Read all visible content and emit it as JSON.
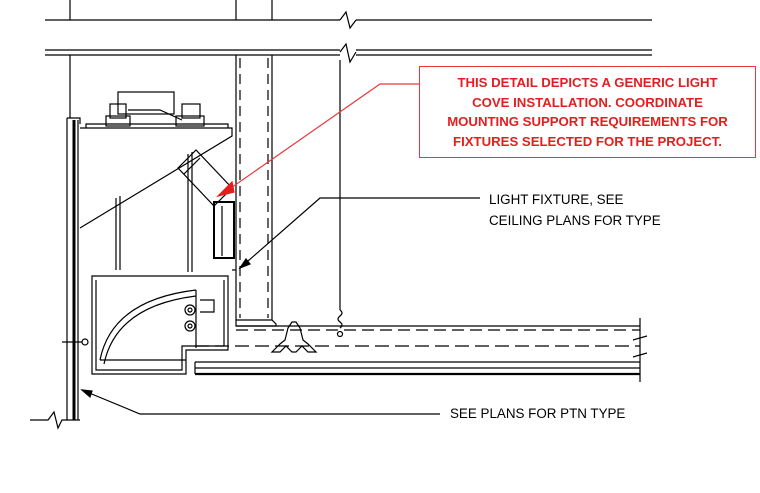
{
  "notes": {
    "general_note": {
      "lines": [
        "THIS DETAIL DEPICTS A GENERIC LIGHT",
        "COVE INSTALLATION. COORDINATE",
        "MOUNTING SUPPORT REQUIREMENTS FOR",
        "FIXTURES SELECTED FOR THE PROJECT."
      ],
      "color": "#e31e1e"
    },
    "light_fixture_callout": {
      "lines": [
        "LIGHT FIXTURE, SEE",
        "CEILING PLANS FOR TYPE"
      ]
    },
    "partition_callout": {
      "text": "SEE PLANS FOR PTN TYPE"
    }
  },
  "colors": {
    "linework": "#000000",
    "leader_red": "#e63a3a"
  }
}
